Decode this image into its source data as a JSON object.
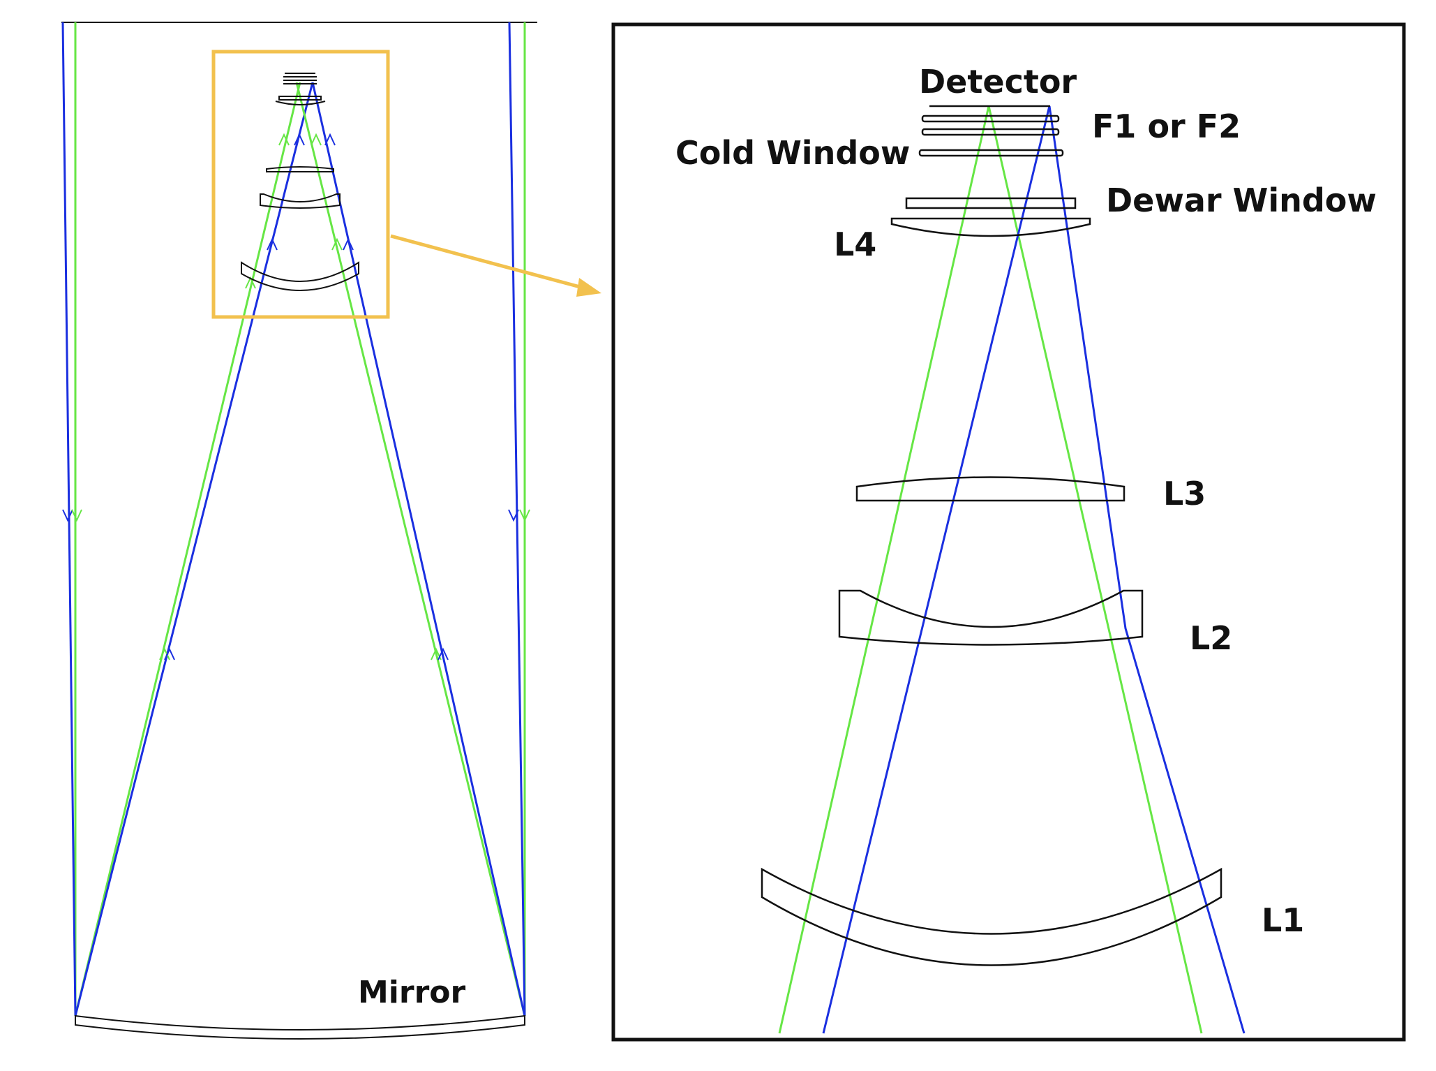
{
  "colors": {
    "ray_green": "#66e645",
    "ray_blue": "#1a2fe0",
    "lens": "#111111",
    "highlight_box": "#f2c14e",
    "arrow": "#f2c14e",
    "frame": "#111111"
  },
  "labels": {
    "mirror": "Mirror",
    "detector": "Detector",
    "filter": "F1 or F2",
    "cold_window": "Cold Window",
    "dewar_window": "Dewar Window",
    "l4": "L4",
    "l3": "L3",
    "l2": "L2",
    "l1": "L1"
  },
  "icons": {
    "zoom_arrow": "right-arrow-icon",
    "ray_direction": "chevron-arrow-icon"
  }
}
